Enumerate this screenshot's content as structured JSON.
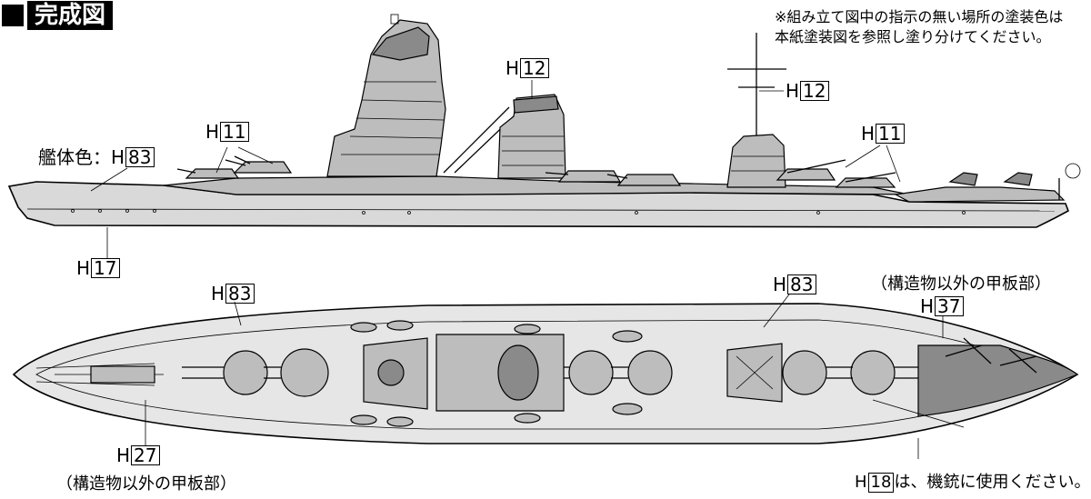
{
  "title": "完成図",
  "note": [
    "※組み立て図中の指示の無い場所の塗装色は",
    "本紙塗装図を参照し塗り分けてください。"
  ],
  "labels": {
    "hull_color_prefix": "艦体色：H",
    "hull_color_code": "83",
    "h_prefix": "H",
    "side_left_11": "11",
    "side_right_11": "11",
    "side_12_mast": "12",
    "side_12_funnel": "12",
    "side_17": "17",
    "top_83_left": "83",
    "top_83_right": "83",
    "top_37": "37",
    "top_27": "27",
    "top_18": "18",
    "top_18_suffix": "は、機銃に使用ください。"
  },
  "paren_label": "（構造物以外の甲板部）",
  "paren_label_bottom": "（構造物以外の甲板部）"
}
